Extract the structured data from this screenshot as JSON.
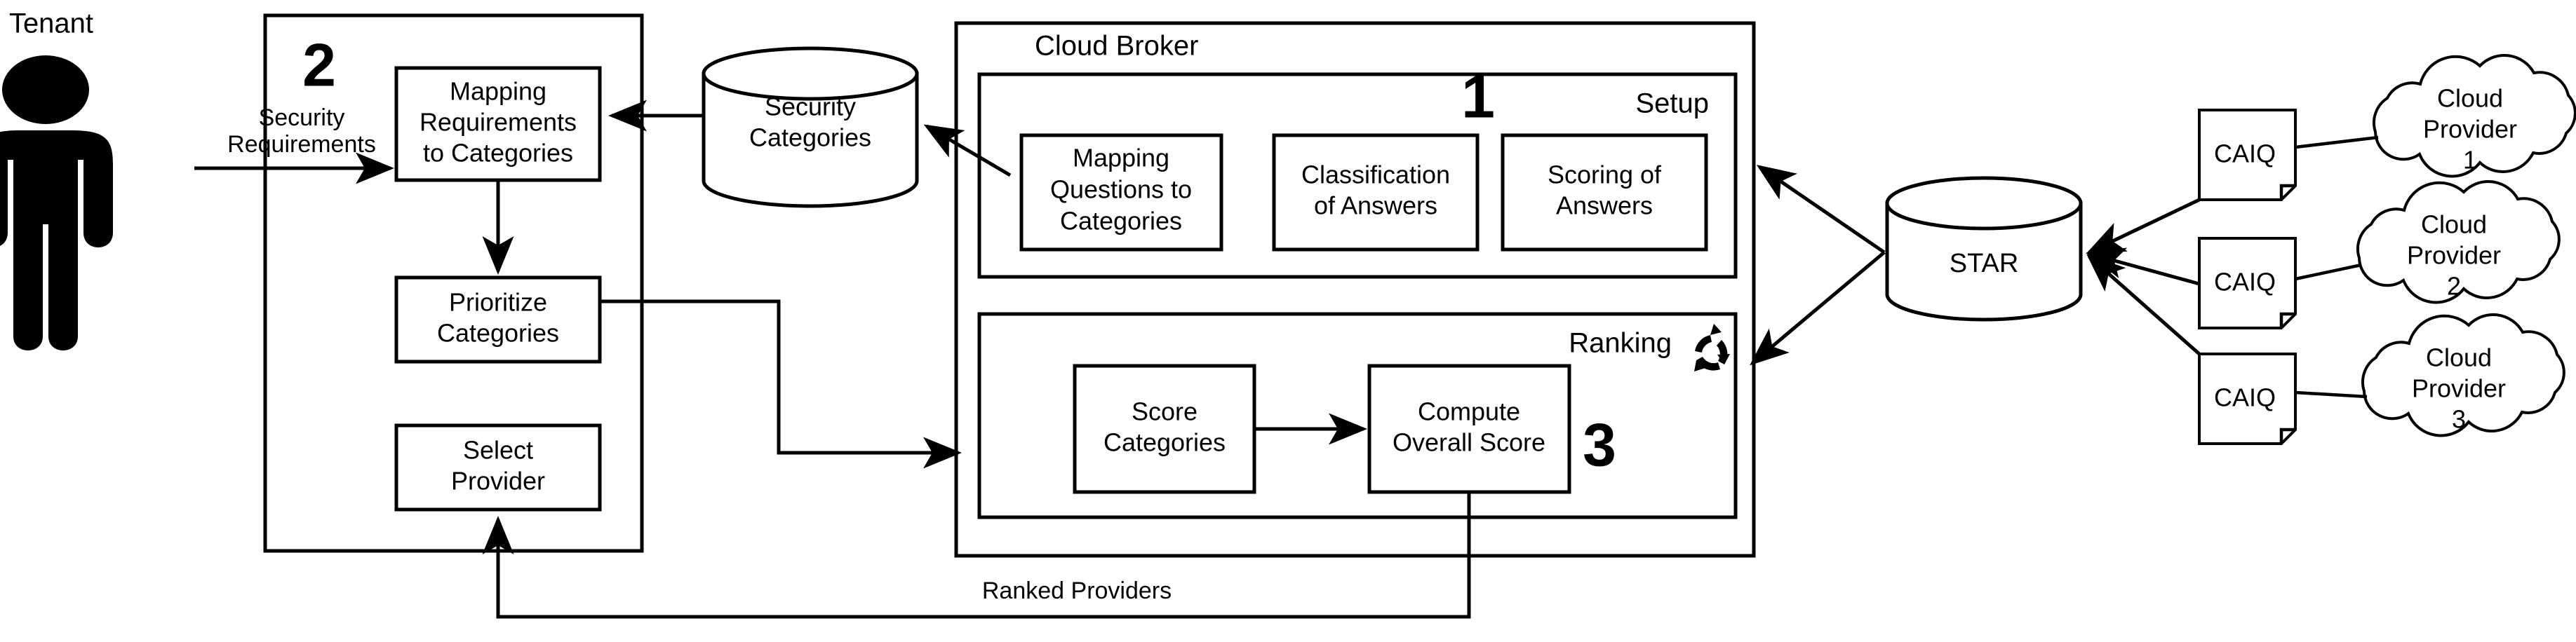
{
  "diagram": {
    "title": "Cloud Broker Security Ranking Architecture",
    "background_color": "#ffffff",
    "stroke_color": "#000000"
  },
  "actors": {
    "tenant": {
      "label": "Tenant",
      "icon": "person-icon"
    }
  },
  "containers": {
    "tenant_panel": {
      "step_number": "2"
    },
    "cloud_broker": {
      "label": "Cloud Broker",
      "setup": {
        "label": "Setup",
        "step_number": "1"
      },
      "ranking": {
        "label": "Ranking",
        "step_number": "3",
        "icon": "refresh-cycle-icon"
      }
    }
  },
  "process_boxes": {
    "mapping_requirements_to_categories": {
      "lines": [
        "Mapping",
        "Requirements",
        "to Categories"
      ]
    },
    "prioritize_categories": {
      "lines": [
        "Prioritize",
        "Categories"
      ]
    },
    "select_provider": {
      "lines": [
        "Select",
        "Provider"
      ]
    },
    "mapping_questions_to_categories": {
      "lines": [
        "Mapping",
        "Questions to",
        "Categories"
      ]
    },
    "classification_of_answers": {
      "lines": [
        "Classification",
        "of Answers"
      ]
    },
    "scoring_of_answers": {
      "lines": [
        "Scoring of",
        "Answers"
      ]
    },
    "score_categories": {
      "lines": [
        "Score",
        "Categories"
      ]
    },
    "compute_overall_score": {
      "lines": [
        "Compute",
        "Overall Score"
      ]
    }
  },
  "datastores": {
    "security_categories": {
      "lines": [
        "Security",
        "Categories"
      ],
      "shape": "cylinder"
    },
    "star": {
      "label": "STAR",
      "shape": "cylinder"
    }
  },
  "documents": [
    {
      "label": "CAIQ"
    },
    {
      "label": "CAIQ"
    },
    {
      "label": "CAIQ"
    }
  ],
  "clouds": [
    {
      "lines": [
        "Cloud",
        "Provider",
        "1"
      ]
    },
    {
      "lines": [
        "Cloud",
        "Provider",
        "2"
      ]
    },
    {
      "lines": [
        "Cloud",
        "Provider",
        "3"
      ]
    }
  ],
  "edge_labels": {
    "security_requirements": [
      "Security",
      "Requirements"
    ],
    "ranked_providers": "Ranked Providers"
  }
}
